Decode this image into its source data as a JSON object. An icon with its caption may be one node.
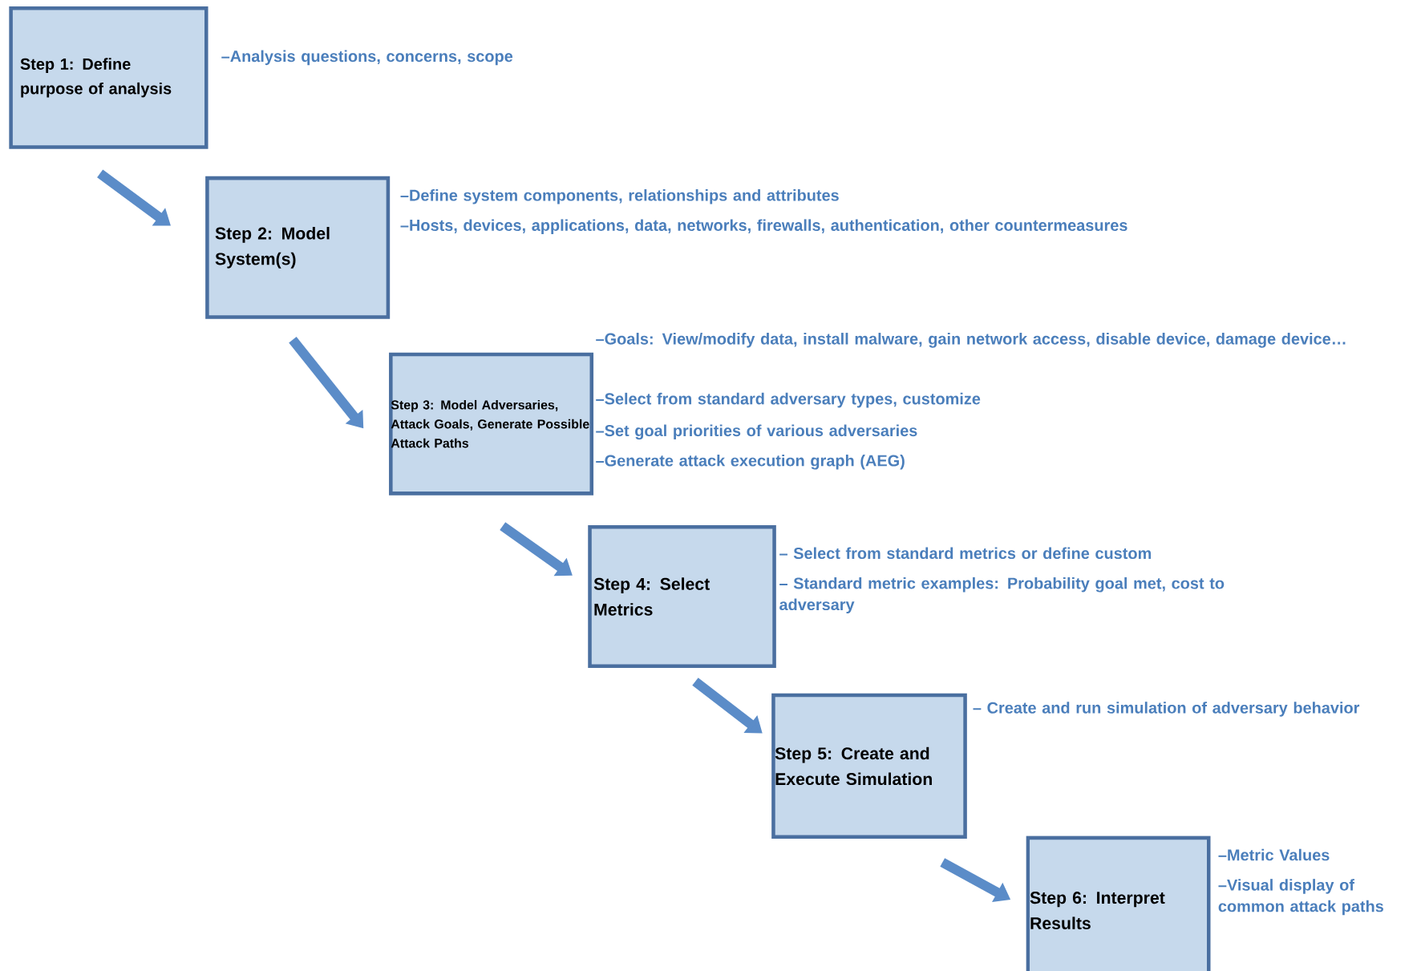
{
  "diagram": {
    "nodes": [
      {
        "text": [
          "Step 1: Define purpose of analysis"
        ],
        "beside": [
          "–Analysis questions, concerns, scope"
        ]
      },
      {
        "text": [
          "Step 2: Model System(s)"
        ],
        "beside": [
          "–Define system components, relationships and attributes",
          "–Hosts, devices, applications, data, networks, firewalls, authentication, other countermeasures"
        ]
      },
      {
        "text": [
          "Step 3: Model Adversaries, Attack Goals, Generate Possible Attack Paths"
        ],
        "beside": [
          "–Goals: View/modify data, install malware, gain network access, disable device, damage device…",
          "–Select from standard adversary types, customize",
          "–Set goal priorities of various adversaries",
          "–Generate attack execution graph (AEG)"
        ]
      },
      {
        "text": [
          "Step 4: Select Metrics"
        ],
        "beside": [
          "– Select from standard metrics or define custom",
          "– Standard metric examples: Probability goal met, cost to adversary"
        ]
      },
      {
        "text": [
          "Step 5: Create and Execute Simulation"
        ],
        "beside": [
          "– Create and run simulation of adversary behavior"
        ]
      },
      {
        "text": [
          "Step 6: Interpret Results"
        ],
        "beside": [
          "–Metric Values",
          "–Visual display of common attack paths"
        ]
      }
    ],
    "edges": [
      {
        "from": 0,
        "to": 1,
        "arrow": "to"
      },
      {
        "from": 1,
        "to": 2,
        "arrow": "to"
      },
      {
        "from": 2,
        "to": 3,
        "arrow": "to"
      },
      {
        "from": 3,
        "to": 4,
        "arrow": "to"
      },
      {
        "from": 4,
        "to": 5,
        "arrow": "to"
      }
    ]
  }
}
